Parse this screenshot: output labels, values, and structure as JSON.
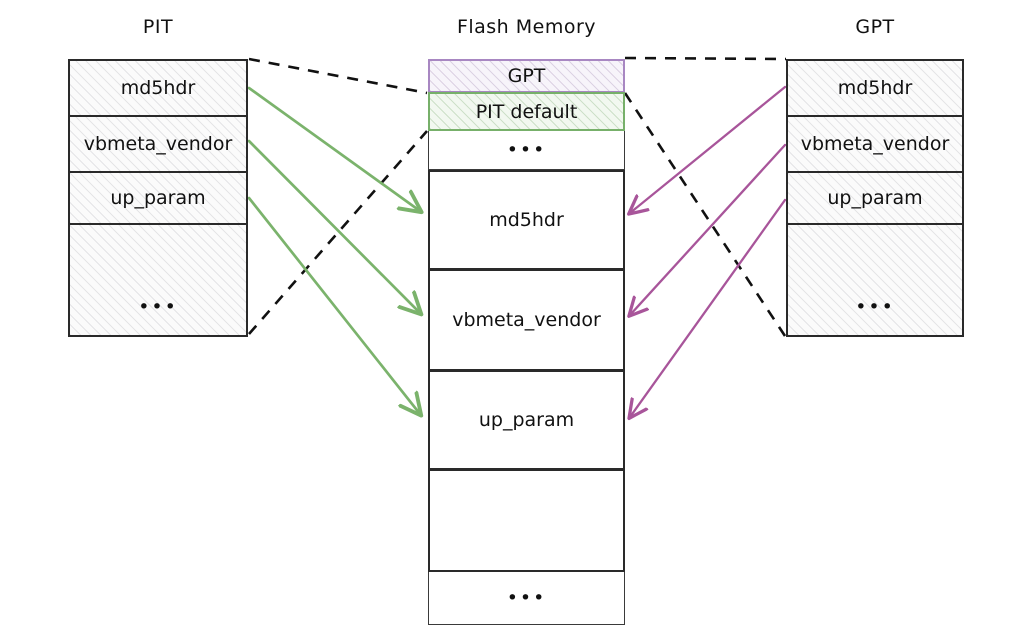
{
  "diagram": {
    "title_pit": "PIT",
    "title_flash": "Flash Memory",
    "title_gpt": "GPT",
    "ellipsis": "•••",
    "colors": {
      "green_arrow": "#7bb36c",
      "magenta_arrow": "#a8559a",
      "purple_border": "#a887c2",
      "green_border": "#77b06a",
      "dashed_line": "#111111",
      "box_border": "#2a2a2a",
      "background": "#ffffff"
    },
    "pit_table": {
      "name": "PIT",
      "rows": [
        {
          "label": "md5hdr"
        },
        {
          "label": "vbmeta_vendor"
        },
        {
          "label": "up_param"
        },
        {
          "label": "•••"
        }
      ]
    },
    "flash_table": {
      "name": "Flash Memory",
      "rows": [
        {
          "label": "GPT"
        },
        {
          "label": "PIT default"
        },
        {
          "label": "•••"
        },
        {
          "label": "md5hdr"
        },
        {
          "label": "vbmeta_vendor"
        },
        {
          "label": "up_param"
        },
        {
          "label": ""
        },
        {
          "label": "•••"
        }
      ]
    },
    "gpt_table": {
      "name": "GPT",
      "rows": [
        {
          "label": "md5hdr"
        },
        {
          "label": "vbmeta_vendor"
        },
        {
          "label": "up_param"
        },
        {
          "label": "•••"
        }
      ]
    },
    "connections": {
      "pit_to_flash": [
        {
          "from": "md5hdr",
          "to": "md5hdr"
        },
        {
          "from": "vbmeta_vendor",
          "to": "vbmeta_vendor"
        },
        {
          "from": "up_param",
          "to": "up_param"
        }
      ],
      "gpt_to_flash": [
        {
          "from": "md5hdr",
          "to": "md5hdr"
        },
        {
          "from": "vbmeta_vendor",
          "to": "vbmeta_vendor"
        },
        {
          "from": "up_param",
          "to": "up_param"
        }
      ],
      "pit_span_to_flash_region": "PIT default",
      "gpt_span_to_flash_region": "GPT"
    }
  }
}
